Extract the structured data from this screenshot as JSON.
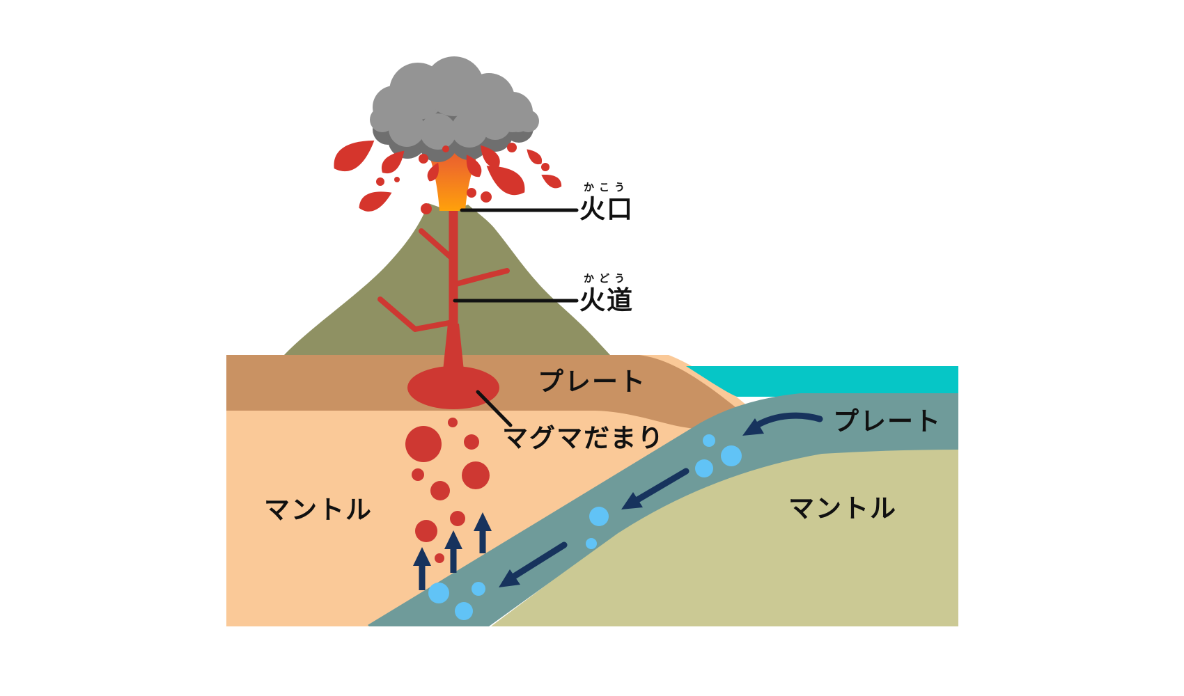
{
  "diagram": {
    "subject": "volcano-subduction-cross-section",
    "labels": {
      "crater": {
        "text": "火口",
        "furigana": "かこう"
      },
      "conduit": {
        "text": "火道",
        "furigana": "かどう"
      },
      "plate_left": {
        "text": "プレート"
      },
      "magma_chamber": {
        "text": "マグマだまり"
      },
      "plate_right": {
        "text": "プレート"
      },
      "mantle_left": {
        "text": "マントル"
      },
      "mantle_right": {
        "text": "マントル"
      }
    }
  },
  "colors": {
    "volcano": "#8F9163",
    "plate_left": "#C99263",
    "mantle_left": "#FAC998",
    "ocean": "#06C6C6",
    "slab": "#6F9B9A",
    "mantle_right": "#CBC994",
    "magma": "#CE3832",
    "lava_splash": "#D5352C",
    "arrow_navy": "#17335D",
    "bubble": "#61C3F6",
    "cloud": "#949494",
    "cloud_shadow": "#6F6F6F",
    "column_top": "#D2452B",
    "column_mid": "#EE6A2A",
    "column_bottom": "#FFA10B",
    "leader_line": "#111111",
    "text": "#111111"
  }
}
